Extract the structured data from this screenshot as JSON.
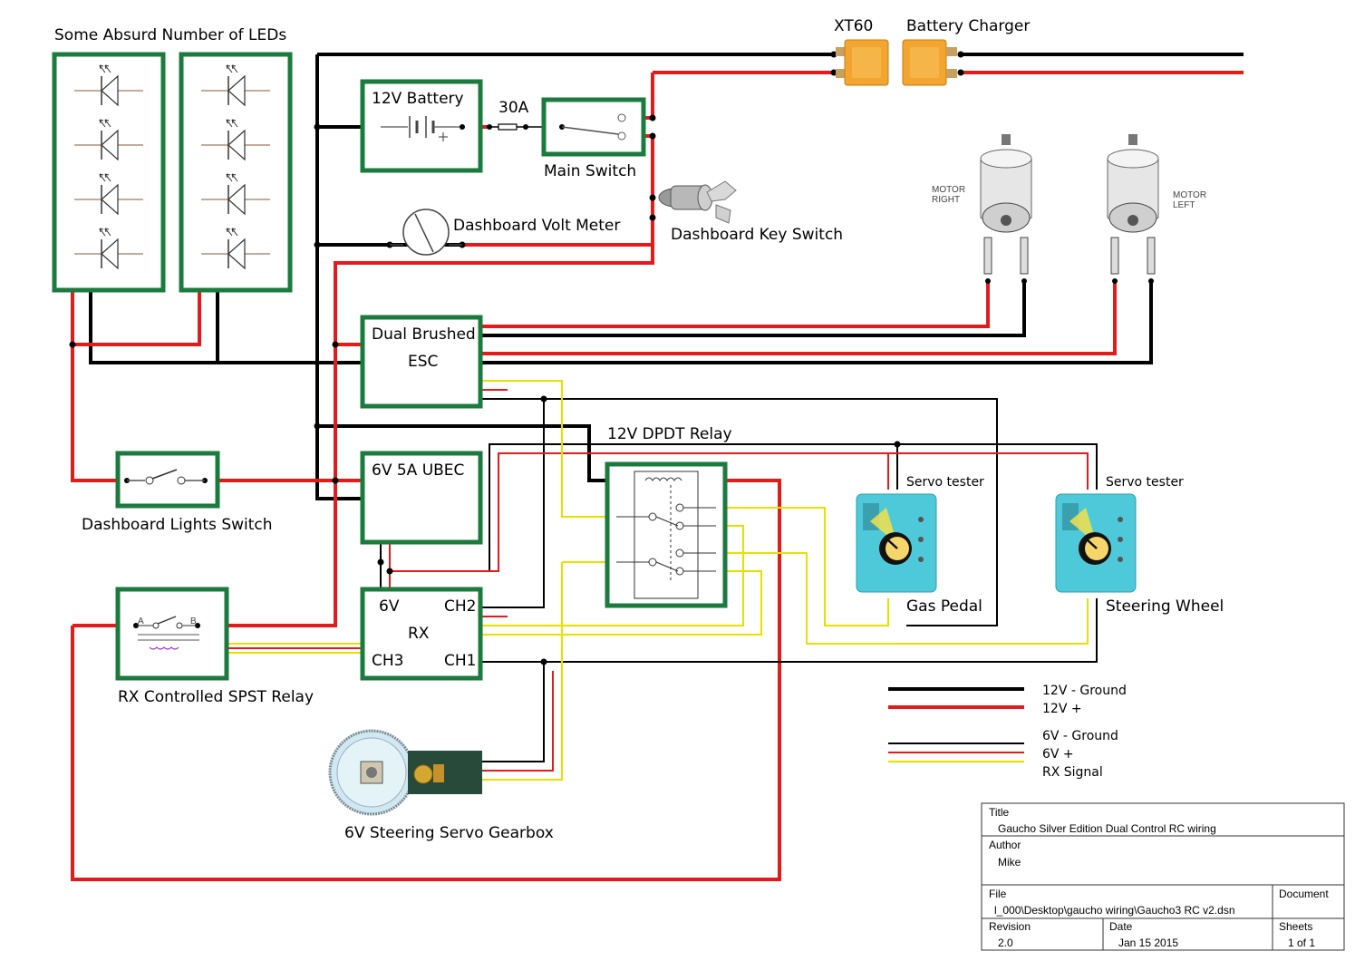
{
  "labels": {
    "leds": "Some Absurd Number of LEDs",
    "xt60": "XT60",
    "battery_charger": "Battery Charger",
    "battery": "12V Battery",
    "fuse": "30A",
    "main_switch": "Main Switch",
    "key_switch": "Dashboard Key Switch",
    "volt_meter": "Dashboard Volt Meter",
    "esc_line1": "Dual Brushed",
    "esc_line2": "ESC",
    "ubec": "6V 5A UBEC",
    "dpdt": "12V DPDT Relay",
    "lights_switch": "Dashboard Lights Switch",
    "spst": "RX Controlled SPST Relay",
    "rx_6v": "6V",
    "rx_ch2": "CH2",
    "rx_name": "RX",
    "rx_ch3": "CH3",
    "rx_ch1": "CH1",
    "servo_tester_1": "Servo tester",
    "servo_tester_2": "Servo tester",
    "gas_pedal": "Gas Pedal",
    "steering_wheel": "Steering Wheel",
    "servo_gearbox": "6V Steering Servo Gearbox",
    "motor_right_1": "MOTOR",
    "motor_right_2": "RIGHT",
    "motor_left_1": "MOTOR",
    "motor_left_2": "LEFT",
    "spst_a": "A",
    "spst_b": "B"
  },
  "legend": [
    {
      "label": "12V - Ground",
      "color": "#000000"
    },
    {
      "label": "12V +",
      "color": "#e31b1b"
    },
    {
      "label": "6V - Ground",
      "color": "#000000"
    },
    {
      "label": "6V +",
      "color": "#e31b1b"
    },
    {
      "label": "RX Signal",
      "color": "#e8e000"
    }
  ],
  "title_block": {
    "title_label": "Title",
    "title_value": "Gaucho Silver Edition Dual Control RC wiring",
    "author_label": "Author",
    "author_value": "Mike",
    "file_label": "File",
    "file_value": "l_000\\Desktop\\gaucho wiring\\Gaucho3 RC v2.dsn",
    "document_label": "Document",
    "revision_label": "Revision",
    "revision_value": "2.0",
    "date_label": "Date",
    "date_value": "Jan 15 2015",
    "sheets_label": "Sheets",
    "sheets_value": "1 of 1"
  },
  "colors": {
    "box_green": "#1b7a3e",
    "wire_red": "#e31b1b",
    "wire_black": "#000000",
    "wire_yellow": "#e8e000"
  }
}
